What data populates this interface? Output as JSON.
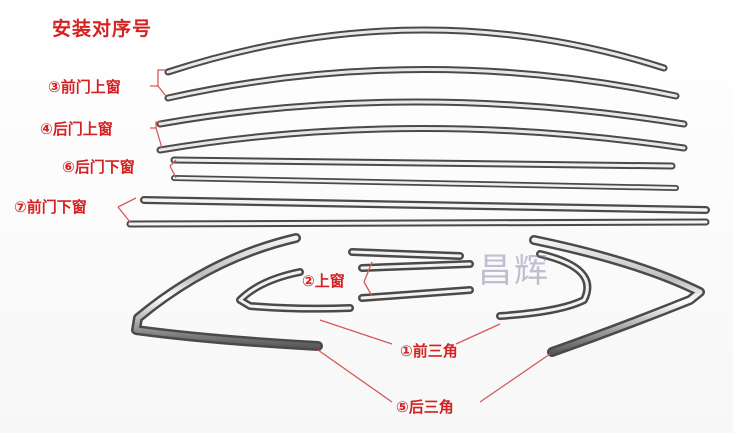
{
  "title": "安装对序号",
  "labels": {
    "front_door_upper": "③前门上窗",
    "rear_door_upper": "④后门上窗",
    "rear_door_lower": "⑥后门下窗",
    "front_door_lower": "⑦前门下窗",
    "upper_window": "②上窗",
    "front_triangle": "①前三角",
    "rear_triangle": "⑤后三角"
  },
  "watermark": "昌辉",
  "colors": {
    "label_red": "#d42121",
    "leader_line": "#d65a5a",
    "chrome_dark": "#4a4a4a",
    "chrome_light": "#f2f2f2"
  }
}
